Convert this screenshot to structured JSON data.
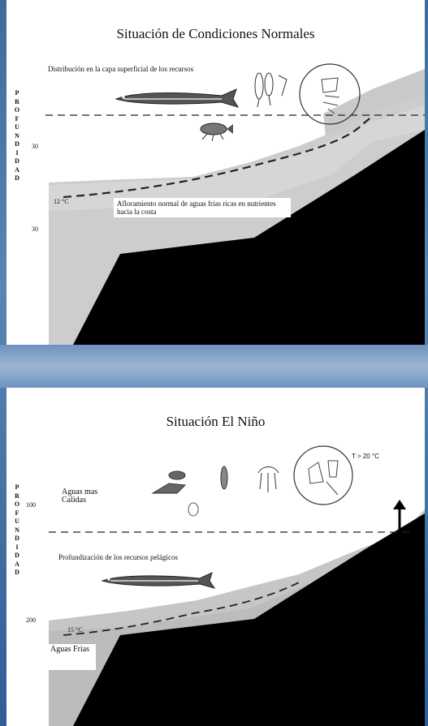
{
  "top_panel": {
    "title": "Situación de Condiciones Normales",
    "axis_letters": [
      "P",
      "R",
      "O",
      "F",
      "U",
      "N",
      "D",
      "I",
      "D",
      "A",
      "D"
    ],
    "tick_a": "30",
    "tick_b": "30",
    "note_surface": "Distribución en la capa superficial de los recursos",
    "isotherm_label": "12 °C",
    "upwelling_note": "Afloramiento normal de aguas frías ricas en nutrientes hacia la costa"
  },
  "bottom_panel": {
    "title": "Situación El Niño",
    "axis_letters": [
      "P",
      "R",
      "O",
      "F",
      "U",
      "N",
      "D",
      "I",
      "D",
      "A",
      "D"
    ],
    "tick_a": "100",
    "tick_b": "200",
    "temperature_label": "T > 20 °C",
    "warm_water_label": "Aguas mas Calidas",
    "deepening_note": "Profundización de los recursos pelágicos",
    "isotherm_label": "15 °C",
    "cold_water_label": "Aguas Frías"
  }
}
